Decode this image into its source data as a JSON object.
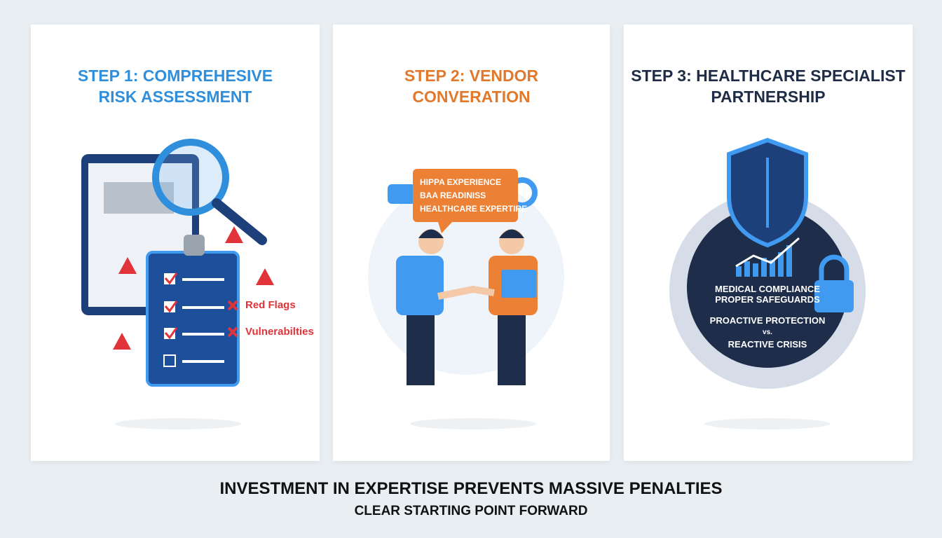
{
  "steps": [
    {
      "title_line1": "STEP 1: COMPREHESIVE",
      "title_line2": "RISK ASSESSMENT",
      "labels": [
        "Red Flags",
        "Vulnerabilties"
      ],
      "color": "#2f8fdc"
    },
    {
      "title_line1": "STEP 2: VENDOR",
      "title_line2": "CONVERATION",
      "bubble": [
        "HIPPA EXPERIENCE",
        "BAA READINISS",
        "HEALTHCARE EXPERTIRE"
      ],
      "color": "#e2782a"
    },
    {
      "title_line1": "STEP 3: HEALTHCARE SPECIALIST",
      "title_line2": "PARTNERSHIP",
      "lines": [
        "MEDICAL COMPLIANCE",
        "PROPER SAFEGUARDS",
        "PROACTIVE PROTECTION",
        "vs.",
        "REACTIVE CRISIS"
      ],
      "color": "#1f2c45"
    }
  ],
  "footer": {
    "headline": "INVESTMENT IN EXPERTISE PREVENTS MASSIVE PENALTIES",
    "subline": "CLEAR STARTING POINT FORWARD"
  }
}
